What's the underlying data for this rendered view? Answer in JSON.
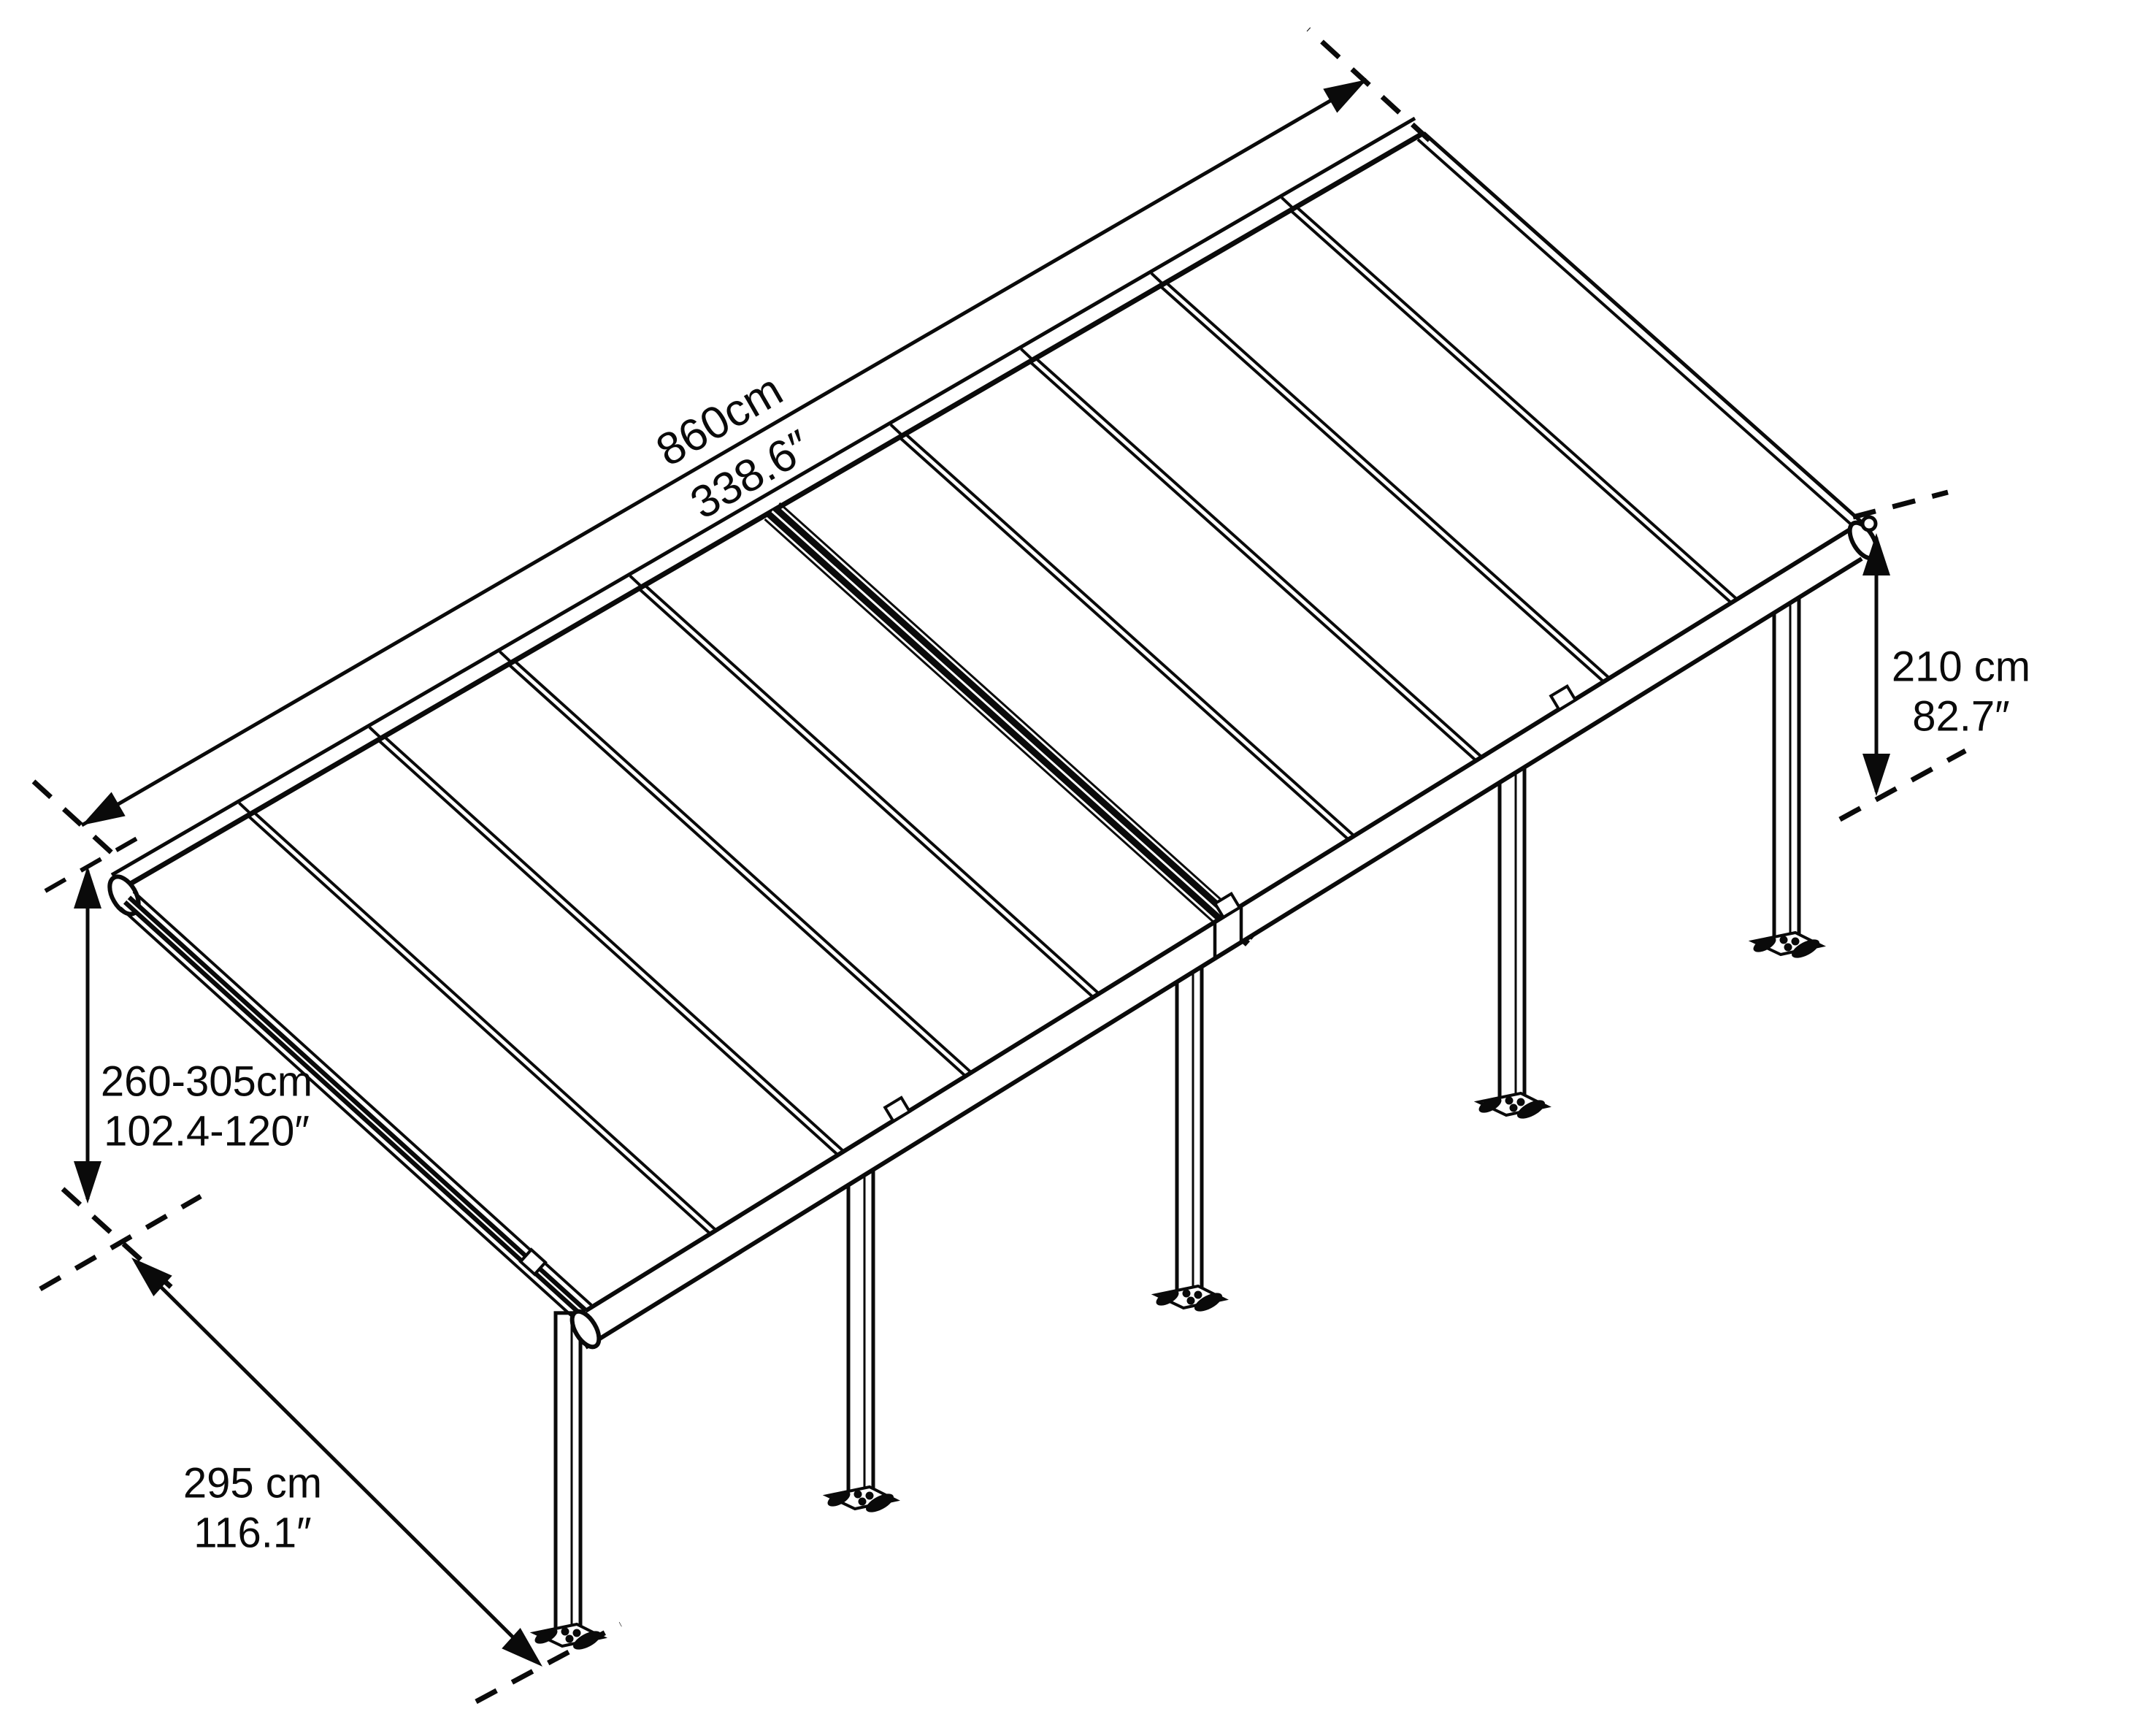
{
  "diagram": {
    "background_color": "#ffffff",
    "line_color": "#0a0a0a",
    "posts_count": 5,
    "roof_panels_count": 10,
    "labels": {
      "length_metric": "860cm",
      "length_imperial": "338.6″",
      "back_height_metric": "260-305cm",
      "back_height_imperial": "102.4-120″",
      "front_height_metric": "210 cm",
      "front_height_imperial": "82.7″",
      "depth_metric": "295 cm",
      "depth_imperial": "116.1″"
    }
  }
}
